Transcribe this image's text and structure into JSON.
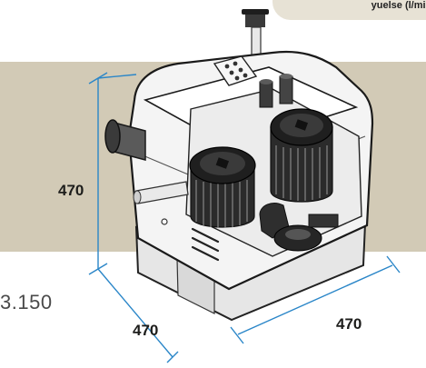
{
  "callout": {
    "text": "yuelse (l/min.)"
  },
  "dimensions": {
    "height": "470",
    "depth": "470",
    "width": "470"
  },
  "price": {
    "text": "3.150"
  },
  "colors": {
    "band": "#d2cab6",
    "dimension_line": "#2a86c8",
    "unit_body": "#f2f2f2",
    "motor": "#2b2b2b"
  }
}
